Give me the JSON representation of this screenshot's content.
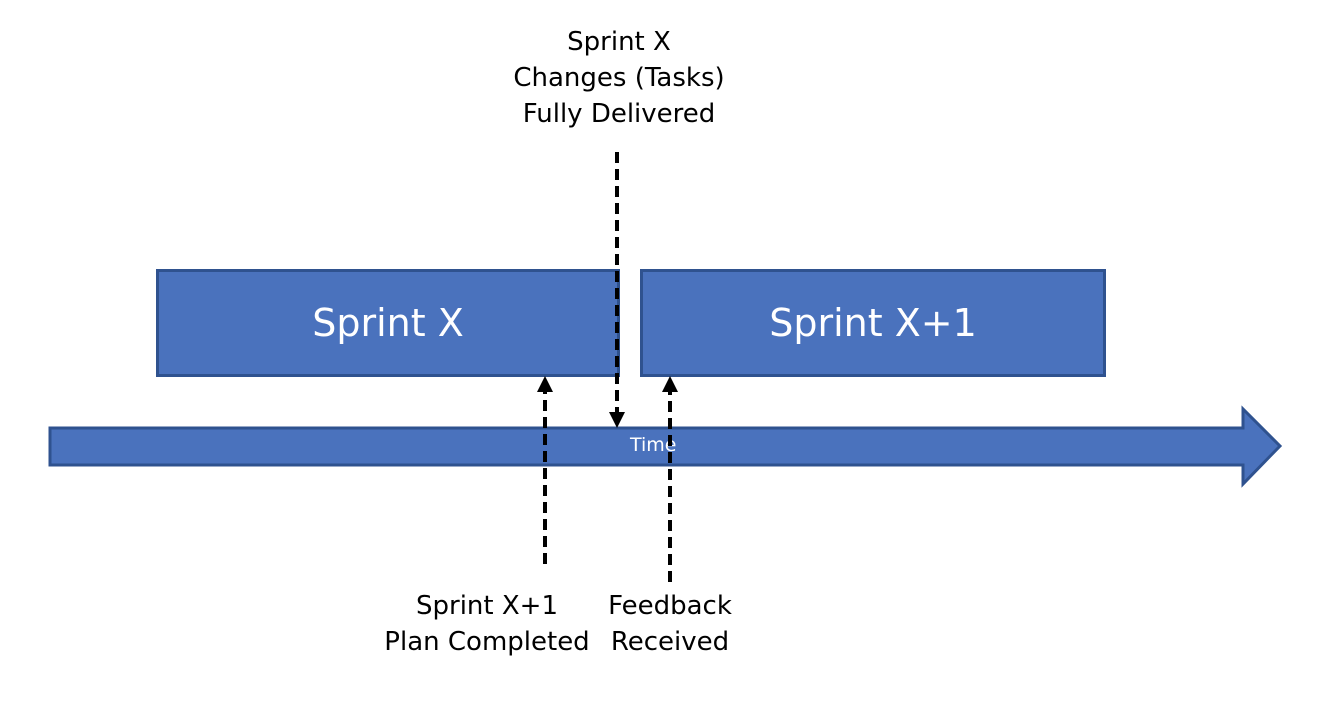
{
  "top_annotation": {
    "lines": [
      "Sprint X",
      "Changes (Tasks)",
      "Fully Delivered"
    ]
  },
  "sprints": [
    {
      "label": "Sprint X"
    },
    {
      "label": "Sprint X+1"
    }
  ],
  "timeline": {
    "label": "Time"
  },
  "bottom_annotations": [
    {
      "lines": [
        "Sprint X+1",
        "Plan Completed"
      ]
    },
    {
      "lines": [
        "Feedback",
        "Received"
      ]
    }
  ],
  "colors": {
    "fill": "#4a72bd",
    "stroke": "#2f528f",
    "arrow": "#000000"
  }
}
